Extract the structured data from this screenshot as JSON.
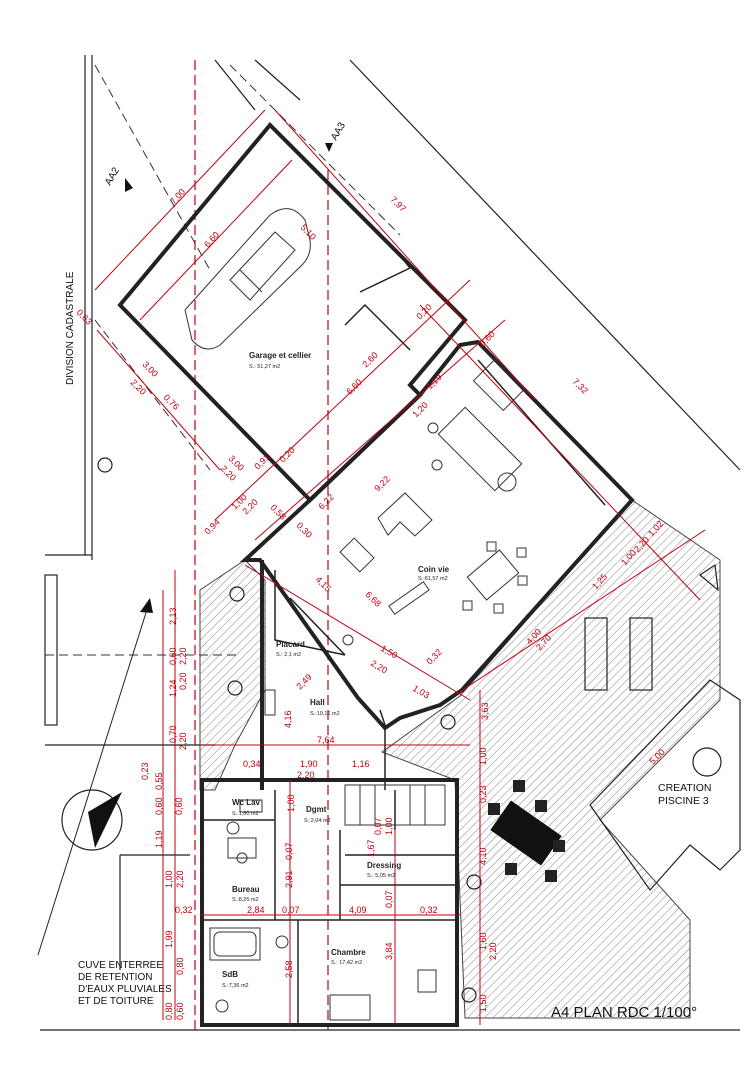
{
  "title": "A4 PLAN RDC 1/100°",
  "labels": {
    "division": "DIVISION CADASTRALE",
    "section_aa2": "AA2",
    "section_aa3": "AA3",
    "cuve": [
      "CUVE ENTERREE",
      "DE RETENTION",
      "D'EAUX PLUVIALES",
      "ET DE TOITURE"
    ],
    "piscine": [
      "CREATION",
      "PISCINE 3"
    ]
  },
  "rooms": {
    "garage": {
      "name": "Garage et cellier",
      "area": "S.:               51,27 m2"
    },
    "coin_vie": {
      "name": "Coin vie",
      "area": "S.:61,57 m2"
    },
    "placard": {
      "name": "Placard",
      "area": "S.: 2,1 m2"
    },
    "hall": {
      "name": "Hall",
      "area": "S.:10,16 m2"
    },
    "wc": {
      "name": "Wc Lav",
      "area": "S.:1,80 m2"
    },
    "dgmt": {
      "name": "Dgmt",
      "area": "S.:2,04 m2"
    },
    "dressing": {
      "name": "Dressing",
      "area": "S.: 5,05 m2"
    },
    "bureau": {
      "name": "Bureau",
      "area": "S.:8,26 m2"
    },
    "chambre": {
      "name": "Chambre",
      "area": "S.: 17,42 m2"
    },
    "sdb": {
      "name": "SdB",
      "area": "S.:7,36 m2"
    }
  },
  "dimensions": {
    "g_700": "7,00",
    "g_660a": "6,60",
    "g_510": "5,10",
    "g_063": "0,63",
    "g_300a": "3,00",
    "g_220a": "2,20",
    "g_076": "0,76",
    "g_300b": "3,00",
    "g_220b": "2,20",
    "g_091": "0,91",
    "g_020a": "0,20",
    "g_260": "2,60",
    "g_660b": "6,60",
    "g_020b": "0,20",
    "v_797": "7,97",
    "v_060": "0,60",
    "v_732": "7,32",
    "v_119": "1,19",
    "v_120": "1,20",
    "v_922": "9,22",
    "v_622": "6,22",
    "v_094": "0,94",
    "v_100a": "1,00",
    "v_220": "2,20",
    "v_058": "0,58",
    "v_030": "0,30",
    "v_415": "4,15",
    "v_668": "6,68",
    "v_102": "1,02",
    "v_220b": "2,20",
    "v_100b": "1,00",
    "v_125": "1,25",
    "v_270": "2,70",
    "v_400": "4,00",
    "v_150": "1,50",
    "v_220c": "2,20",
    "v_032": "0,32",
    "v_103": "1,03",
    "h_249": "2,49",
    "h_416": "4,16",
    "h_764": "7,64",
    "h_034": "0,34",
    "h_190": "1,90",
    "h_116": "1,16",
    "h_220": "2,20",
    "l_213": "2,13",
    "l_220a": "2,20",
    "l_060": "0,60",
    "l_124": "1,24",
    "l_020": "0,20",
    "l_220b": "2,20",
    "l_070": "0,70",
    "l_023": "0,23",
    "l_055": "0,55",
    "l_060b": "0,60",
    "l_060c": "0,60",
    "l_119": "1,19",
    "l_100": "1,00",
    "l_220c": "2,20",
    "l_199": "1,99",
    "l_080": "0,80",
    "l_080b": "0,80",
    "r_363": "3,63",
    "r_100": "1,00",
    "r_023": "0,23",
    "r_410": "4,10",
    "r_160": "1,60",
    "r_220": "2,20",
    "r_150": "1,50",
    "r_500": "5,00",
    "b_100": "1,00",
    "b_007a": "0,07",
    "b_167": "1,67",
    "b_100b": "1,00",
    "b_007b": "0,07",
    "b_291": "2,91",
    "b_007c": "0,07",
    "b_032a": "0,32",
    "b_284": "2,84",
    "b_007d": "0,07",
    "b_409": "4,09",
    "b_032b": "0,32",
    "b_258": "2,58",
    "b_384": "3,84",
    "b_060": "0,60"
  }
}
